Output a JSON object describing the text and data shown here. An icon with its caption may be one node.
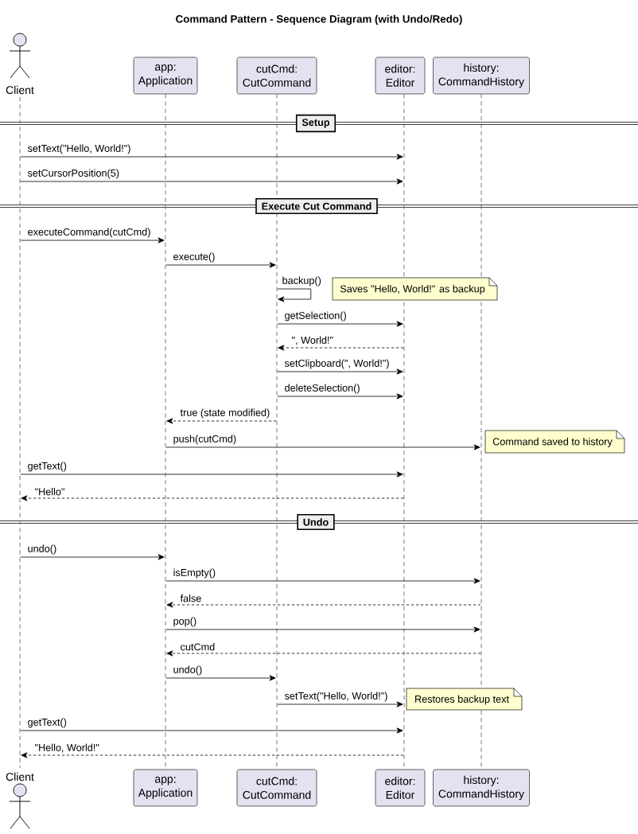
{
  "diagram": {
    "title": "Command Pattern - Sequence Diagram (with Undo/Redo)",
    "nodes": [
      {
        "text": [
          "Client"
        ]
      },
      {
        "text": [
          "app: Application"
        ]
      },
      {
        "text": [
          "cutCmd: CutCommand"
        ]
      },
      {
        "text": [
          "editor: Editor"
        ]
      },
      {
        "text": [
          "history: CommandHistory"
        ]
      },
      {
        "text": [],
        "shape": "line"
      },
      {
        "text": [],
        "shape": "line"
      },
      {
        "text": [],
        "shape": "line"
      },
      {
        "text": [],
        "shape": "line"
      },
      {
        "text": [],
        "shape": "line"
      },
      {
        "text": [
          "Setup"
        ]
      },
      {
        "text": [
          "Execute Cut Command"
        ]
      },
      {
        "text": [
          "Saves \"Hello, World!\" as backup"
        ]
      },
      {
        "text": [
          "Command saved to history"
        ]
      },
      {
        "text": [
          "Undo"
        ]
      },
      {
        "text": [
          "Restores backup text"
        ]
      },
      {
        "text": [
          "Client"
        ]
      },
      {
        "text": [
          "app: Application"
        ]
      },
      {
        "text": [
          "cutCmd: CutCommand"
        ]
      },
      {
        "text": [
          "editor: Editor"
        ]
      },
      {
        "text": [
          "history: CommandHistory"
        ]
      }
    ],
    "edges": [
      {
        "from": 5,
        "to": 8,
        "arrow": "to",
        "label": "setText(\"Hello, World!\")"
      },
      {
        "from": 5,
        "to": 8,
        "arrow": "to",
        "label": "setCursorPosition(5)"
      },
      {
        "from": 5,
        "to": 6,
        "arrow": "to",
        "label": "executeCommand(cutCmd)"
      },
      {
        "from": 6,
        "to": 7,
        "arrow": "to",
        "label": "execute()"
      },
      {
        "from": 7,
        "to": 7,
        "arrow": "to",
        "label": "backup()"
      },
      {
        "from": 7,
        "to": 8,
        "arrow": "to",
        "label": "getSelection()"
      },
      {
        "from": 8,
        "to": 7,
        "arrow": "to",
        "label": "\", World!\"",
        "style": "dashed"
      },
      {
        "from": 7,
        "to": 8,
        "arrow": "to",
        "label": "setClipboard(\", World!\")"
      },
      {
        "from": 7,
        "to": 8,
        "arrow": "to",
        "label": "deleteSelection()"
      },
      {
        "from": 7,
        "to": 6,
        "arrow": "to",
        "label": "true (state modified)",
        "style": "dashed"
      },
      {
        "from": 6,
        "to": 9,
        "arrow": "to",
        "label": "push(cutCmd)"
      },
      {
        "from": 5,
        "to": 8,
        "arrow": "to",
        "label": "getText()"
      },
      {
        "from": 8,
        "to": 5,
        "arrow": "to",
        "label": "\"Hello\"",
        "style": "dashed"
      },
      {
        "from": 5,
        "to": 6,
        "arrow": "to",
        "label": "undo()"
      },
      {
        "from": 6,
        "to": 9,
        "arrow": "to",
        "label": "isEmpty()"
      },
      {
        "from": 9,
        "to": 6,
        "arrow": "to",
        "label": "false",
        "style": "dashed"
      },
      {
        "from": 6,
        "to": 9,
        "arrow": "to",
        "label": "pop()"
      },
      {
        "from": 9,
        "to": 6,
        "arrow": "to",
        "label": "cutCmd",
        "style": "dashed"
      },
      {
        "from": 6,
        "to": 7,
        "arrow": "to",
        "label": "undo()"
      },
      {
        "from": 7,
        "to": 8,
        "arrow": "to",
        "label": "setText(\"Hello, World!\")"
      },
      {
        "from": 5,
        "to": 8,
        "arrow": "to",
        "label": "getText()"
      },
      {
        "from": 8,
        "to": 5,
        "arrow": "to",
        "label": "\"Hello, World!\"",
        "style": "dashed"
      }
    ]
  }
}
